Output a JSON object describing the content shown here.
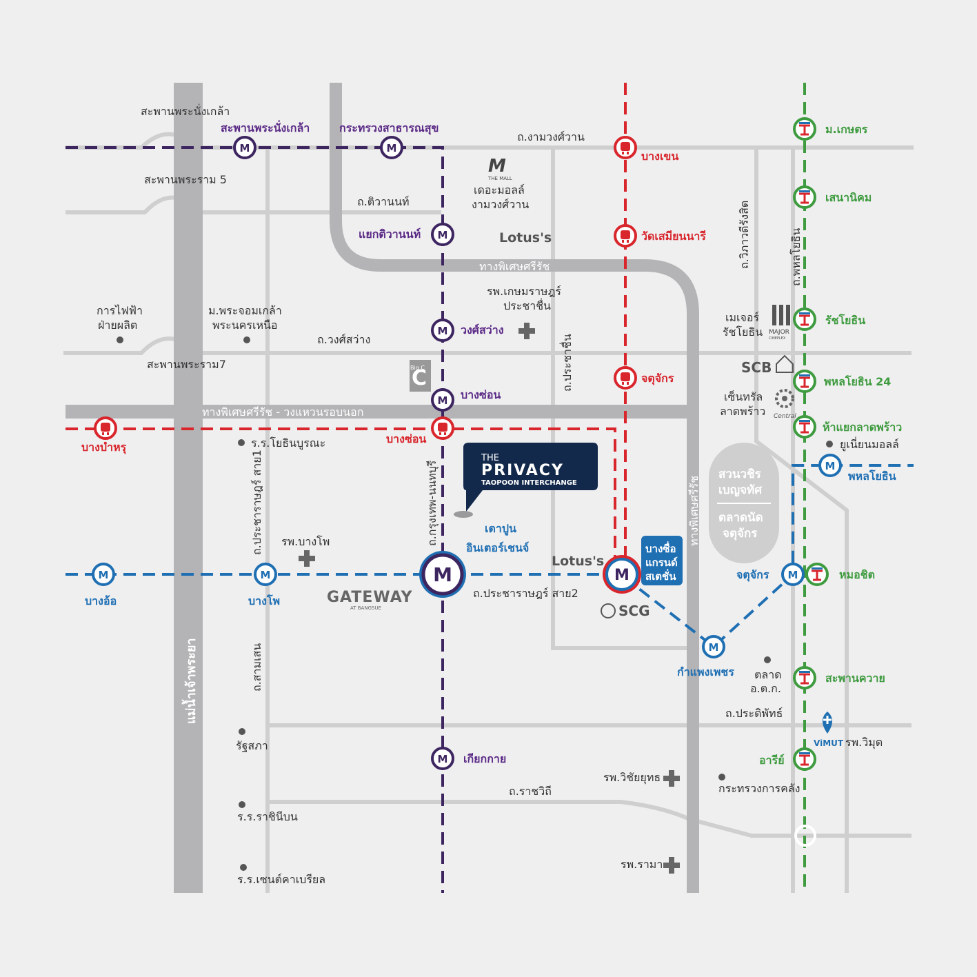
{
  "colors": {
    "purple_line": "#3d2560",
    "red_line": "#d8262c",
    "blue_line": "#1f6fb3",
    "green_line": "#3f9b3f",
    "road": "#cfcfd0",
    "highway": "#b4b4b6",
    "privacy_box": "#13294b"
  },
  "river": {
    "label": "แม่น้ำเจ้าพระยา"
  },
  "bridges": {
    "nonthaburi": "สะพานพระนั่งเกล้า",
    "rama5": "สะพานพระราม 5",
    "rama7": "สะพานพระราม7"
  },
  "roads": {
    "ngamwongwan": "ถ.งามวงศ์วาน",
    "tiwanon": "ถ.ติวานนท์",
    "expressway": "ทางพิเศษศรีรัช",
    "wongsawang": "ถ.วงศ์สว่าง",
    "outer_ring": "ทางพิเศษศรีรัช - วงแหวนรอบนอก",
    "prachachuen": "ถ.ประชาชื่น",
    "vibhavadi": "ถ.วิภาวดีรังสิต",
    "phahonyothin": "ถ.พหลโยธิน",
    "pracharat1": "ถ.ประชาราษฎร์ สาย1",
    "krungthep_nonthaburi": "ถ.กรุงเทพ-นนทบุรี",
    "expressway_v": "ทางพิเศษศรีรัช",
    "pracharat2": "ถ.ประชาราษฎร์ สาย2",
    "samsen": "ถ.สามเสน",
    "pradiphat": "ถ.ประดิพัทธ์",
    "ratchawithi": "ถ.ราชวิถี"
  },
  "stations": {
    "purple": [
      "สะพานพระนั่งเกล้า",
      "กระทรวงสาธารณสุข",
      "แยกติวานนท์",
      "วงศ์สว่าง",
      "บางซ่อน",
      "เตาปูน\nอินเตอร์เชนจ์",
      "เกียกกาย"
    ],
    "red": [
      "บางเขน",
      "วัดเสมียนนารี",
      "จตุจักร",
      "บางซ่อน",
      "บางบำหรุ"
    ],
    "blue": [
      "บางอ้อ",
      "บางโพ",
      "กำแพงเพชร",
      "จตุจักร",
      "พหลโยธิน"
    ],
    "green": [
      "ม.เกษตร",
      "เสนานิคม",
      "รัชโยธิน",
      "พหลโยธิน 24",
      "ห้าแยกลาดพร้าว",
      "หมอชิต",
      "สะพานควาย",
      "อารีย์"
    ]
  },
  "interchange": {
    "tao_poon_line1": "เตาปูน",
    "tao_poon_line2": "อินเตอร์เชนจ์",
    "bang_sue_box": [
      "บางซื่อ",
      "แกรนด์",
      "สเตชั่น"
    ]
  },
  "privacy": {
    "the": "THE",
    "name": "PRIVACY",
    "sub": "TAOPOON INTERCHANGE"
  },
  "landmarks": {
    "egat": [
      "การไฟฟ้า",
      "ฝ่ายผลิต"
    ],
    "kmutnb": [
      "ม.พระจอมเกล้า",
      "พระนครเหนือ"
    ],
    "the_mall": [
      "เดอะมอลล์",
      "งามวงศ์วาน"
    ],
    "the_mall_logo": "THE MALL",
    "lotus_top": "Lotus's",
    "kasemrad": [
      "รพ.เกษมราษฎร์",
      "ประชาชื่น"
    ],
    "major": [
      "เมเจอร์",
      "รัชโยธิน"
    ],
    "major_logo": "MAJOR",
    "major_logo_sub": "CINEPLEX",
    "scb": "SCB",
    "central": [
      "เซ็นทรัล",
      "ลาดพร้าว"
    ],
    "central_logo": "Central",
    "union_mall": "ยูเนี่ยนมอลล์",
    "park": [
      "สวนวชิร",
      "เบญจทัศ",
      "ตลาดนัด",
      "จตุจักร"
    ],
    "yothinburana": "ร.ร.โยธินบูรณะ",
    "bangpho_hospital": "รพ.บางโพ",
    "gateway": "GATEWAY",
    "gateway_sub": "AT BANGSUE",
    "lotus_mid": "Lotus's",
    "scg": "SCG",
    "or_tor_kor": [
      "ตลาด",
      "อ.ต.ก."
    ],
    "vimut": "รพ.วิมุต",
    "vimut_logo": "ViMUT",
    "parliament": "รัฐสภา",
    "rajini": "ร.ร.ราชินีบน",
    "st_gabriel": "ร.ร.เซนต์คาเบรียล",
    "wichaiyut": "รพ.วิชัยยุทธ",
    "ramathibodi": "รพ.รามา",
    "finance": "กระทรวงการคลัง",
    "bigc": "Big C"
  }
}
